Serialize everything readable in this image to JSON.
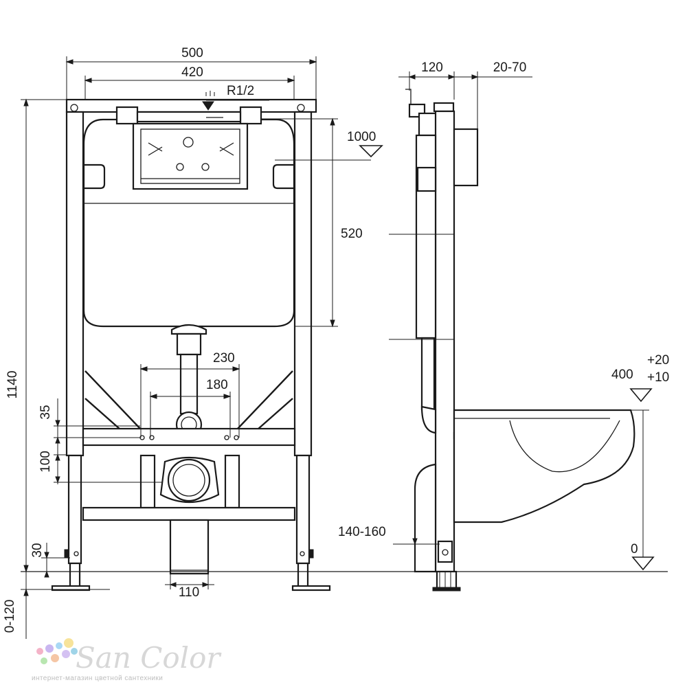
{
  "dimensions": {
    "frame_width": "500",
    "inner_width": "420",
    "connection": "R1/2",
    "flush_height": "1000",
    "cistern_height": "520",
    "height_total": "1140",
    "bolt_span_outer": "230",
    "bolt_span_inner": "180",
    "spacing_35": "35",
    "spacing_100": "100",
    "foot_30": "30",
    "foot_adjust": "0-120",
    "depth": "120",
    "panel_offset": "20-70",
    "drain_width": "110",
    "drain_height": "140-160",
    "bowl_height": "400",
    "tol_plus20": "+20",
    "tol_plus10": "+10",
    "floor_level": "0"
  },
  "logo": {
    "name": "San Color",
    "tagline": "интернет-магазин цветной сантехники",
    "dot_colors": [
      "#f4b3c8",
      "#c9b6f0",
      "#a9d8f5",
      "#f7e39a",
      "#b8e6b0",
      "#f5c6a5",
      "#d4c1f2",
      "#9fd4e8"
    ]
  }
}
